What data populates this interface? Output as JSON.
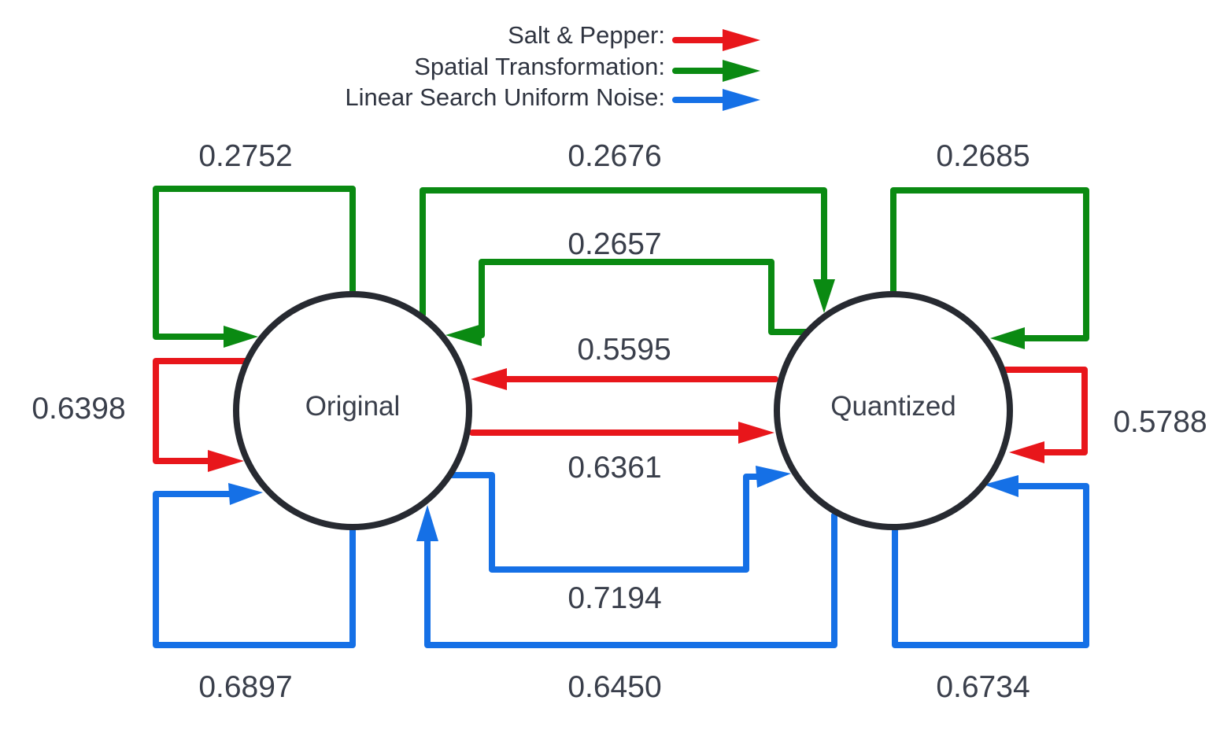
{
  "colors": {
    "salt_pepper": "#e8161b",
    "spatial": "#0a8a12",
    "linear_search": "#1570e6",
    "node_stroke": "#272a31"
  },
  "legend": [
    {
      "label": "Salt & Pepper:",
      "attack": "salt_pepper"
    },
    {
      "label": "Spatial Transformation:",
      "attack": "spatial"
    },
    {
      "label": "Linear Search Uniform Noise:",
      "attack": "linear_search"
    }
  ],
  "nodes": {
    "original": {
      "label": "Original"
    },
    "quantized": {
      "label": "Quantized"
    }
  },
  "edges": [
    {
      "id": "orig-self-spatial",
      "from": "Original",
      "to": "Original",
      "attack": "spatial",
      "value": "0.2752"
    },
    {
      "id": "orig-to-quant-spatial",
      "from": "Original",
      "to": "Quantized",
      "attack": "spatial",
      "value": "0.2676"
    },
    {
      "id": "quant-self-spatial",
      "from": "Quantized",
      "to": "Quantized",
      "attack": "spatial",
      "value": "0.2685"
    },
    {
      "id": "quant-to-orig-spatial",
      "from": "Quantized",
      "to": "Original",
      "attack": "spatial",
      "value": "0.2657"
    },
    {
      "id": "quant-to-orig-sp",
      "from": "Quantized",
      "to": "Original",
      "attack": "salt_pepper",
      "value": "0.5595"
    },
    {
      "id": "orig-self-sp",
      "from": "Original",
      "to": "Original",
      "attack": "salt_pepper",
      "value": "0.6398"
    },
    {
      "id": "quant-self-sp",
      "from": "Quantized",
      "to": "Quantized",
      "attack": "salt_pepper",
      "value": "0.5788"
    },
    {
      "id": "orig-to-quant-sp",
      "from": "Original",
      "to": "Quantized",
      "attack": "salt_pepper",
      "value": "0.6361"
    },
    {
      "id": "orig-to-quant-ls",
      "from": "Original",
      "to": "Quantized",
      "attack": "linear_search",
      "value": "0.7194"
    },
    {
      "id": "orig-self-ls",
      "from": "Original",
      "to": "Original",
      "attack": "linear_search",
      "value": "0.6897"
    },
    {
      "id": "quant-to-orig-ls",
      "from": "Quantized",
      "to": "Original",
      "attack": "linear_search",
      "value": "0.6450"
    },
    {
      "id": "quant-self-ls",
      "from": "Quantized",
      "to": "Quantized",
      "attack": "linear_search",
      "value": "0.6734"
    }
  ]
}
